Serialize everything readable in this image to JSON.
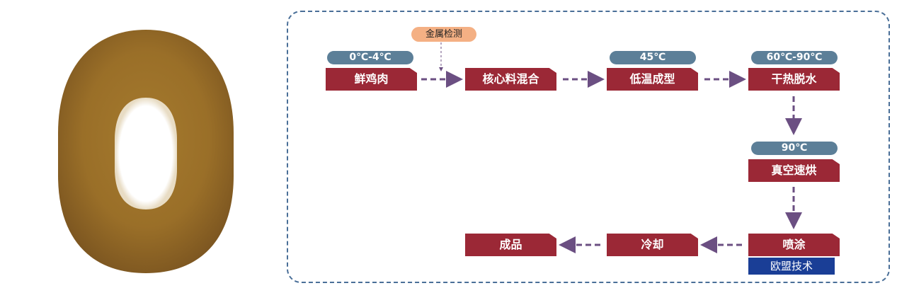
{
  "steps": {
    "fresh_chicken": "鲜鸡肉",
    "core_mix": "核心料混合",
    "low_temp_forming": "低温成型",
    "hot_dehydration": "干热脱水",
    "vacuum_bake": "真空速烘",
    "spray_coating": "喷涂",
    "cooling": "冷却",
    "finished_product": "成品"
  },
  "temps": {
    "fresh_chicken": "0℃-4℃",
    "low_temp_forming": "45℃",
    "hot_dehydration": "60℃-90℃",
    "vacuum_bake": "90℃"
  },
  "annotations": {
    "metal_detection": "金属检测",
    "eu_technology": "欧盟技术"
  },
  "colors": {
    "step_fill": "#9b2836",
    "temp_pill": "#5c7f98",
    "arrow": "#6b4f82",
    "frame_border": "#4a6f98",
    "metal_tag": "#f4b084",
    "eu_tag": "#1a3e96"
  }
}
